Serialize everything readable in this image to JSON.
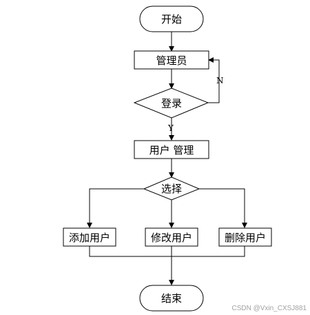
{
  "diagram": {
    "nodes": {
      "start": "开始",
      "admin": "管理员",
      "login": "登录",
      "user_mgmt": "用户 管理",
      "select": "选择",
      "add_user": "添加用户",
      "modify_user": "修改用户",
      "delete_user": "删除用户",
      "end": "结束"
    },
    "edge_labels": {
      "login_no": "N",
      "login_yes": "Y"
    }
  },
  "watermark": "CSDN @Vxin_CXSJ881"
}
